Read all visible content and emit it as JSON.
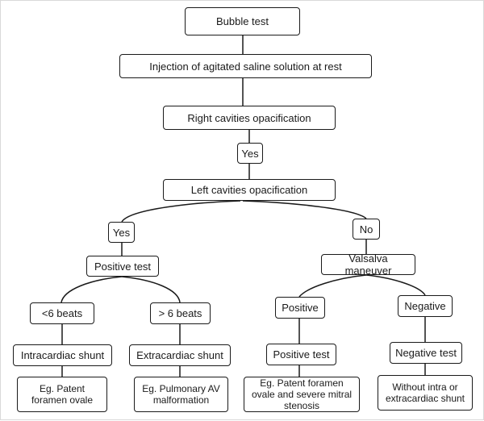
{
  "nodes": {
    "bubble_test": "Bubble test",
    "injection": "Injection of agitated saline solution at rest",
    "right_opac": "Right cavities opacification",
    "yes_1": "Yes",
    "left_opac": "Left cavities opacification",
    "yes_2": "Yes",
    "no": "No",
    "positive_test_left": "Positive test",
    "valsalva": "Valsalva maneuver",
    "lt6": "<6 beats",
    "gt6": "> 6 beats",
    "positive": "Positive",
    "negative": "Negative",
    "intracardiac": "Intracardiac shunt",
    "extracardiac": "Extracardiac shunt",
    "positive_test_right": "Positive test",
    "negative_test": "Negative test",
    "eg_pfo": "Eg. Patent foramen ovale",
    "eg_pav": "Eg. Pulmonary AV malformation",
    "eg_pfo_ms": "Eg. Patent foramen ovale and severe mitral stenosis",
    "without_shunt": "Without intra or extracardiac shunt"
  }
}
